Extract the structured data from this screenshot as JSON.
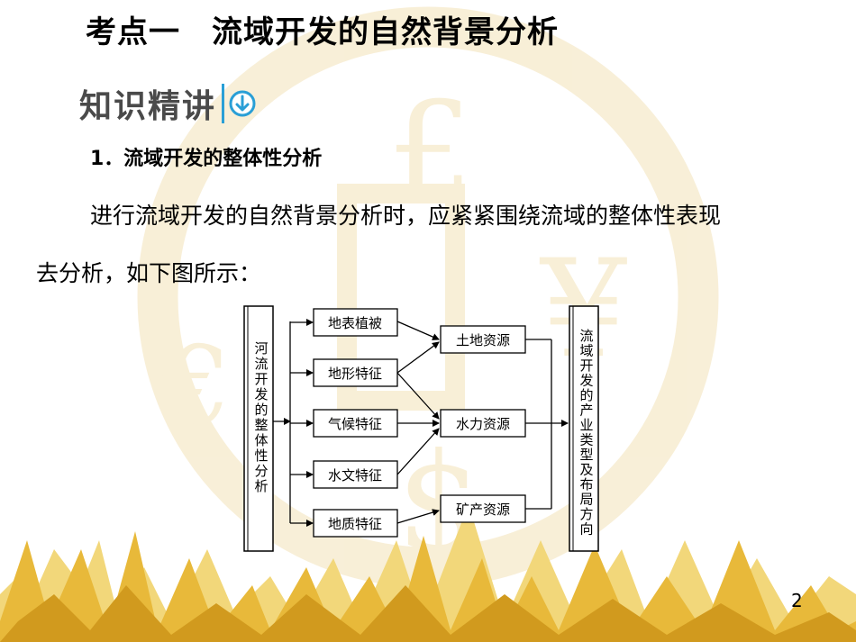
{
  "slide": {
    "title": "考点一　流域开发的自然背景分析",
    "section_label": "知识精讲",
    "subheading": "1．流域开发的整体性分析",
    "paragraph_line1": "进行流域开发的自然背景分析时，应紧紧围绕流域的整体性表现",
    "paragraph_line2": "去分析，如下图所示：",
    "page_number": "2"
  },
  "diagram": {
    "left_box": "河流开发的整体性分析",
    "factors": [
      "地表植被",
      "地形特征",
      "气候特征",
      "水文特征",
      "地质特征"
    ],
    "resources": [
      "土地资源",
      "水力资源",
      "矿产资源"
    ],
    "right_box": "流域开发的产业类型及布局方向"
  },
  "colors": {
    "accent": "#2a9fd6",
    "watermark": "#f3e2b8",
    "mountains": "#e8b93a"
  }
}
